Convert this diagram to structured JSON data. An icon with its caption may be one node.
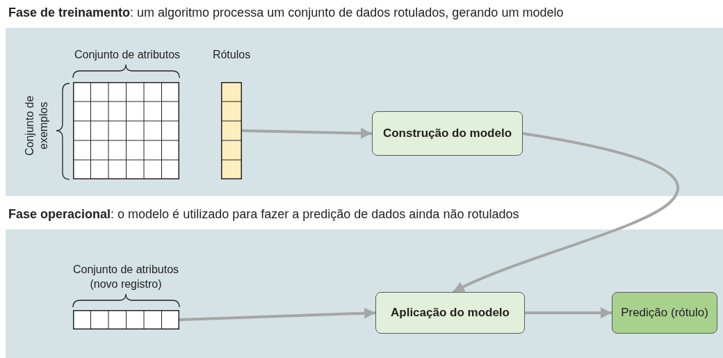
{
  "diagram": {
    "nodes": [
      {
        "text": [
          "**Fase de treinamento**: um algoritmo processa um conjunto de dados rotulados, gerando um modelo"
        ]
      },
      {
        "text": [],
        "shape": "box",
        "in": 0,
        "beside": [
          "Conjunto de atributos",
          "Conjunto de exemplos"
        ]
      },
      {
        "text": [],
        "shape": "bar",
        "in": 0,
        "beside": [
          "Rótulos"
        ]
      },
      {
        "text": [
          "Construção do modelo"
        ],
        "in": 0
      },
      {
        "text": [
          "**Fase operacional**: o modelo é utilizado para fazer a predição de dados ainda não rotulados"
        ]
      },
      {
        "text": [],
        "shape": "box",
        "in": 4,
        "beside": [
          "Conjunto de atributos (novo registro)"
        ]
      },
      {
        "text": [
          "Aplicação do modelo"
        ],
        "in": 4
      },
      {
        "text": [
          "Predição (rótulo)"
        ],
        "in": 4
      }
    ],
    "edges": [
      {
        "from": 2,
        "to": 3,
        "arrow": "to"
      },
      {
        "from": 3,
        "to": 6,
        "arrow": "to"
      },
      {
        "from": 5,
        "to": 6,
        "arrow": "to"
      },
      {
        "from": 6,
        "to": 7,
        "arrow": "to"
      }
    ]
  }
}
